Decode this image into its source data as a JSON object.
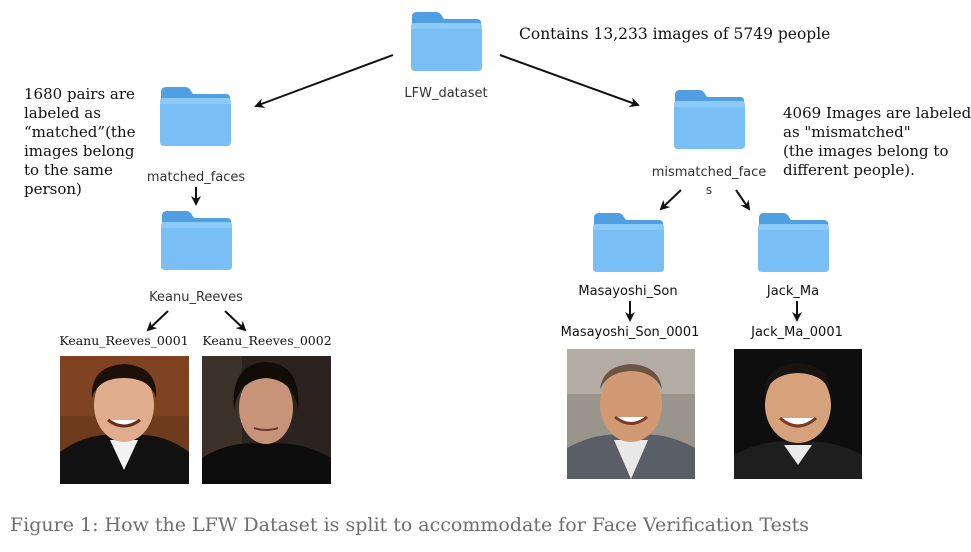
{
  "root": {
    "folder_label": "LFW_dataset",
    "note": "Contains 13,233 images of 5749 people"
  },
  "matched": {
    "folder_label": "matched_faces",
    "note_lines": [
      "1680 pairs are",
      "labeled as",
      "“matched”(the",
      "images belong",
      "to the same",
      "person)"
    ],
    "person_folder": "Keanu_Reeves",
    "files": [
      "Keanu_Reeves_0001",
      "Keanu_Reeves_0002"
    ]
  },
  "mismatched": {
    "folder_label_line1": "mismatched_face",
    "folder_label_line2": "s",
    "note_lines": [
      "4069 Images are labeled",
      "as \"mismatched\"",
      "(the images belong to",
      "different people)."
    ],
    "person_folders": [
      "Masayoshi_Son",
      "Jack_Ma"
    ],
    "files": [
      "Masayoshi_Son_0001",
      "Jack_Ma_0001"
    ]
  },
  "caption": "Figure 1: How the LFW Dataset is split to accommodate for Face Verification Tests",
  "colors": {
    "folder_back": "#5aa9ea",
    "folder_front": "#7cc0f5",
    "arrow": "#111111",
    "caption": "#6e6e6e"
  },
  "icons": [
    "folder-icon",
    "arrow-icon",
    "face-photo"
  ]
}
